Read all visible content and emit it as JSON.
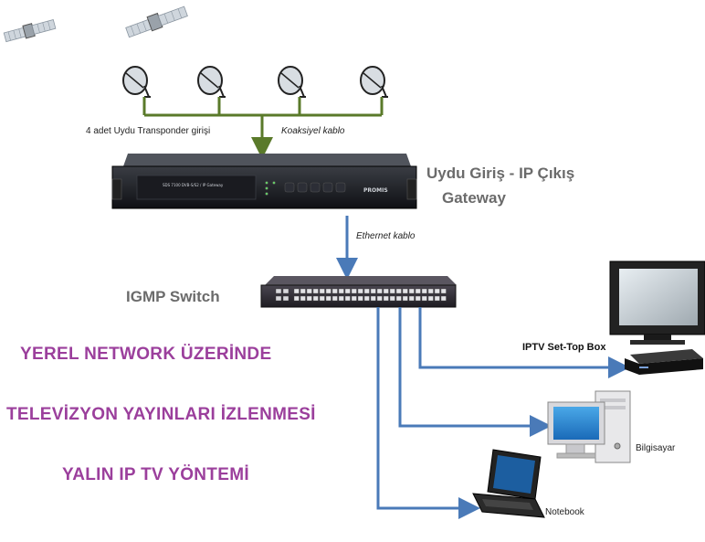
{
  "labels": {
    "satellite_input": "4 adet Uydu Transponder girişi",
    "coax_cable": "Koaksiyel kablo",
    "gateway_line1": "Uydu Giriş - IP Çıkış",
    "gateway_line2": "Gateway",
    "ethernet_cable": "Ethernet kablo",
    "switch": "IGMP Switch",
    "stb": "IPTV Set-Top Box",
    "computer": "Bilgisayar",
    "notebook": "Notebook"
  },
  "device_text": {
    "gateway_model": "SDS 7100   DVB-S/S2 / IP Gateway",
    "gateway_brand": "PROMIS"
  },
  "headline": {
    "line1": "YEREL  NETWORK  ÜZERİNDE",
    "line2": "TELEVİZYON YAYINLARI  İZLENMESİ",
    "line3": "YALIN  IP TV  YÖNTEMİ"
  },
  "colors": {
    "coax": "#5a7a2a",
    "ethernet": "#4a7ab8",
    "headline": "#9b3f9c"
  }
}
